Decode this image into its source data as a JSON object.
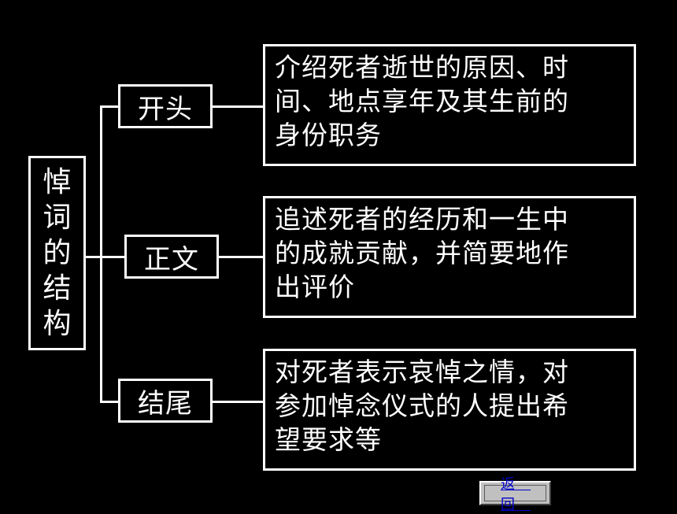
{
  "diagram": {
    "root_label": [
      "悼",
      "词",
      "的",
      "结",
      "构"
    ],
    "branches": [
      {
        "label": "开头",
        "description": [
          "介绍死者逝世的原因、时",
          "间、地点享年及其生前的",
          "身份职务"
        ]
      },
      {
        "label": "正文",
        "description": [
          "追述死者的经历和一生中",
          "的成就贡献，并简要地作",
          "出评价"
        ]
      },
      {
        "label": "结尾",
        "description": [
          "对死者表示哀悼之情，对",
          "参加悼念仪式的人提出希",
          "望要求等"
        ]
      }
    ]
  },
  "nav": {
    "back_label": "返回"
  },
  "colors": {
    "background": "#000000",
    "foreground": "#ffffff",
    "button_face": "#c0c0c0",
    "button_text": "#0000cc"
  }
}
